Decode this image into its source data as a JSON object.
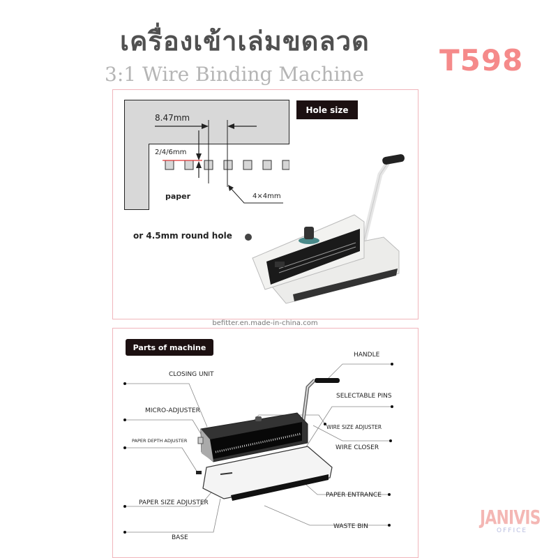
{
  "header": {
    "title_th": "เครื่องเข้าเล่มขดลวด",
    "title_en": "3:1 Wire Binding Machine",
    "model": "T598"
  },
  "colors": {
    "title": "#505050",
    "subtitle": "#b5b5b5",
    "model": "#f58a8a",
    "panel_border": "#f0b5bb",
    "label_bg": "#1c1011"
  },
  "hole_panel": {
    "badge": "Hole size",
    "pitch": "8.47mm",
    "margin": "2/4/6mm",
    "paper": "paper",
    "hole_size": "4×4mm",
    "alt_hole": "or 4.5mm round hole"
  },
  "source": "befitter.en.made-in-china.com",
  "parts_panel": {
    "badge": "Parts of machine",
    "labels": {
      "handle": "HANDLE",
      "closing_unit": "CLOSING UNIT",
      "selectable_pins": "SELECTABLE PINS",
      "micro_adjuster": "MICRO-ADJUSTER",
      "wire_size_adjuster": "WIRE SIZE ADJUSTER",
      "paper_depth_adjuster": "PAPER DEPTH ADJUSTER",
      "wire_closer": "WIRE CLOSER",
      "paper_entrance": "PAPER ENTRANCE",
      "paper_size_adjuster": "PAPER SIZE ADJUSTER",
      "waste_bin": "WASTE BIN",
      "base": "BASE"
    }
  },
  "brand": {
    "name": "JANIVIS",
    "sub": "OFFICE"
  }
}
